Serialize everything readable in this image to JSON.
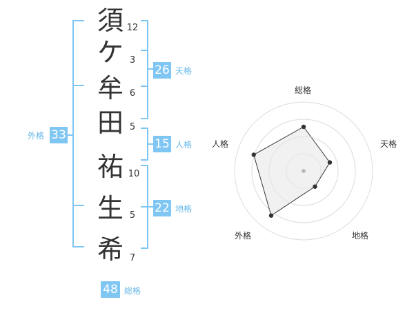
{
  "name": {
    "chars": [
      {
        "char": "須",
        "strokes": "12"
      },
      {
        "char": "ケ",
        "strokes": "3"
      },
      {
        "char": "牟",
        "strokes": "6"
      },
      {
        "char": "田",
        "strokes": "5"
      },
      {
        "char": "祐",
        "strokes": "10"
      },
      {
        "char": "生",
        "strokes": "5"
      },
      {
        "char": "希",
        "strokes": "7"
      }
    ]
  },
  "fortunes": {
    "tenkaku": {
      "value": "26",
      "label": "天格"
    },
    "jinkaku": {
      "value": "15",
      "label": "人格"
    },
    "chikaku": {
      "value": "22",
      "label": "地格"
    },
    "gaikaku": {
      "value": "33",
      "label": "外格"
    },
    "soukaku": {
      "value": "48",
      "label": "総格"
    }
  },
  "radar": {
    "axes": [
      "総格",
      "天格",
      "地格",
      "外格",
      "人格"
    ],
    "levels": 4,
    "values": [
      3.2,
      2.0,
      1.4,
      4.0,
      3.8
    ],
    "max": 5,
    "colors": {
      "fill": "#eeeeee",
      "ring": "#dddddd",
      "line": "#333333",
      "center": "#bbbbbb"
    }
  },
  "colors": {
    "accent": "#7fc6f2",
    "bracket": "#7fc6f2"
  }
}
